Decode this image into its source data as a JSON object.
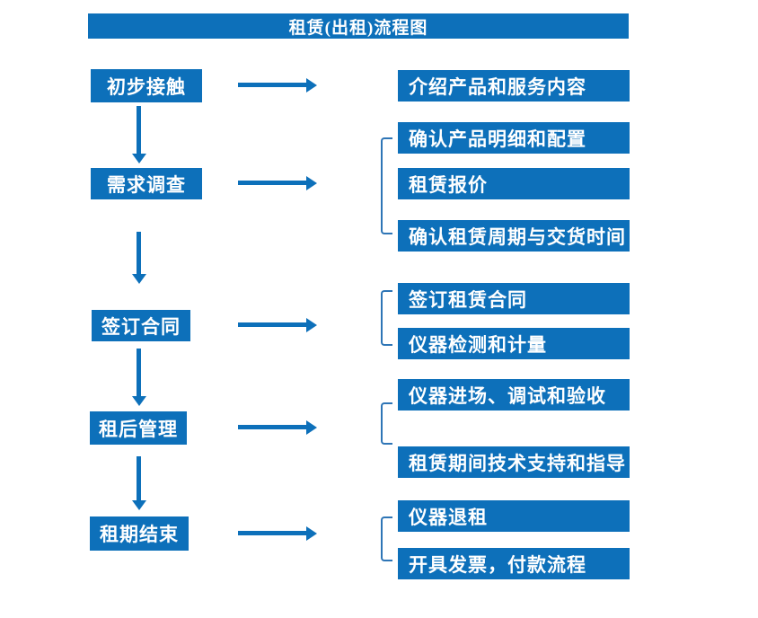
{
  "title": "租赁(出租)流程图",
  "colors": {
    "primary_blue": "#0d70ba",
    "bracket_blue": "#2e75b6",
    "text_white": "#ffffff",
    "background": "#ffffff"
  },
  "rows": [
    {
      "stage": "初步接触",
      "details": [
        "介绍产品和服务内容"
      ]
    },
    {
      "stage": "需求调查",
      "details": [
        "确认产品明细和配置",
        "租赁报价",
        "确认租赁周期与交货时间"
      ]
    },
    {
      "stage": "签订合同",
      "details": [
        "签订租赁合同",
        "仪器检测和计量"
      ]
    },
    {
      "stage": "租后管理",
      "details": [
        "仪器进场、调试和验收",
        "租赁期间技术支持和指导"
      ]
    },
    {
      "stage": "租期结束",
      "details": [
        "仪器退租",
        "开具发票，付款流程"
      ]
    }
  ]
}
